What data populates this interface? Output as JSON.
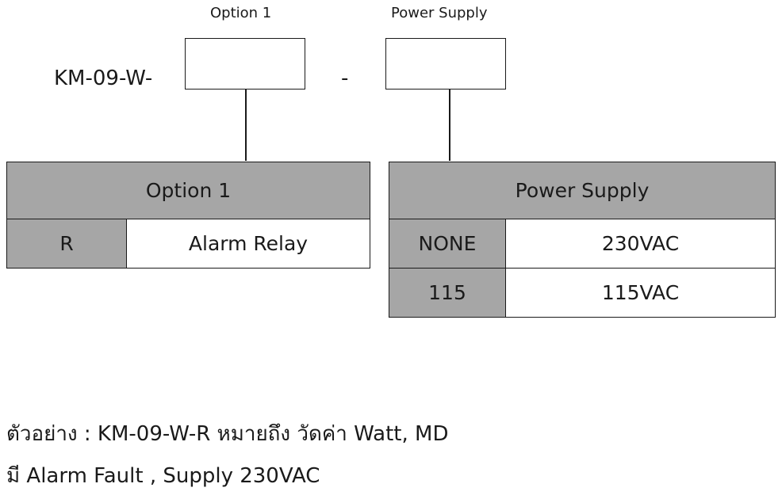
{
  "header": {
    "option_label": "Option 1",
    "power_label": "Power Supply",
    "prefix": "KM-09-W-",
    "separator": "-"
  },
  "option_table": {
    "title": "Option 1",
    "rows": [
      {
        "code": "R",
        "description": "Alarm Relay"
      }
    ]
  },
  "power_table": {
    "title": "Power Supply",
    "rows": [
      {
        "code": "NONE",
        "description": "230VAC"
      },
      {
        "code": "115",
        "description": "115VAC"
      }
    ]
  },
  "example": {
    "line1": "ตัวอย่าง : KM-09-W-R หมายถึง วัดค่า Watt, MD",
    "line2": "มี Alarm Fault , Supply 230VAC"
  },
  "colors": {
    "header_fill": "#a6a6a6",
    "code_fill": "#a6a6a6",
    "line": "#1a1a1a"
  }
}
